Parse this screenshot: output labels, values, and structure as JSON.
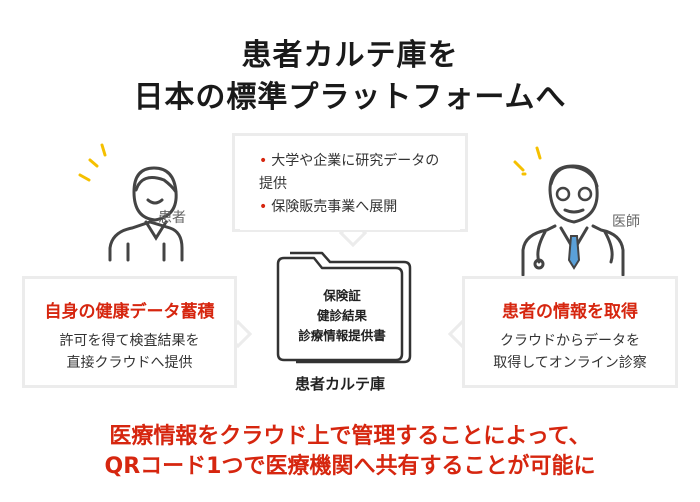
{
  "title": {
    "line1": "患者カルテ庫を",
    "line2": "日本の標準プラットフォームへ"
  },
  "top_box": {
    "items": [
      "大学や企業に研究データの提供",
      "保険販売事業へ展開"
    ]
  },
  "patient": {
    "label": "患者",
    "heading": "自身の健康データ蓄積",
    "body_line1": "許可を得て検査結果を",
    "body_line2": "直接クラウドへ提供"
  },
  "doctor": {
    "label": "医師",
    "heading": "患者の情報を取得",
    "body_line1": "クラウドからデータを",
    "body_line2": "取得してオンライン診察"
  },
  "folder": {
    "items": [
      "保険証",
      "健診結果",
      "診療情報提供書"
    ],
    "label": "患者カルテ庫"
  },
  "bottom": {
    "line1": "医療情報をクラウド上で管理することによって、",
    "line2": "QRコード1つで医療機関へ共有することが可能に"
  },
  "colors": {
    "accent": "#d6260f",
    "highlight": "#f5c000",
    "border": "#ececec"
  }
}
